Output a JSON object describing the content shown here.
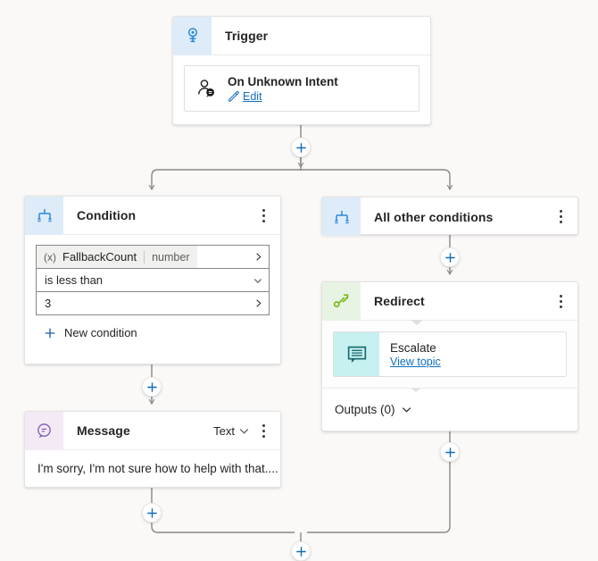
{
  "canvas": {
    "background": "#faf9f8",
    "accent_blue": "#0f6cbd",
    "link_color": "#106ebe",
    "connector_color": "#8a8886"
  },
  "nodes": {
    "trigger": {
      "title": "Trigger",
      "icon": "trigger-bolt-icon",
      "tile_color": "#deecf9",
      "item": {
        "name": "On Unknown Intent",
        "icon": "person-chat-icon",
        "edit_label": "Edit",
        "edit_icon": "pencil-icon"
      },
      "menu_icon": "more-options-icon"
    },
    "condition": {
      "title": "Condition",
      "icon": "branch-condition-icon",
      "tile_color": "#deecf9",
      "menu_icon": "more-options-icon",
      "variable": {
        "token": "(x)",
        "name": "FallbackCount",
        "type": "number",
        "chevron_icon": "chevron-right-icon"
      },
      "operator": {
        "value": "is less than",
        "chevron_icon": "chevron-down-icon"
      },
      "value": {
        "value": "3",
        "chevron_icon": "chevron-right-icon"
      },
      "new_condition_label": "New condition",
      "new_condition_icon": "plus-icon"
    },
    "all_other_conditions": {
      "title": "All other conditions",
      "icon": "branch-condition-icon",
      "tile_color": "#deecf9",
      "menu_icon": "more-options-icon"
    },
    "redirect": {
      "title": "Redirect",
      "icon": "redirect-route-icon",
      "tile_color": "#e7f3e3",
      "menu_icon": "more-options-icon",
      "target": {
        "name": "Escalate",
        "icon": "topic-message-icon",
        "tile_color": "#c7f0f0",
        "link_label": "View topic"
      },
      "outputs_label": "Outputs (0)",
      "outputs_chevron_icon": "chevron-down-icon"
    },
    "message": {
      "title": "Message",
      "icon": "message-bubble-icon",
      "tile_color": "#f3eaf6",
      "type_label": "Text",
      "type_chevron_icon": "chevron-down-icon",
      "menu_icon": "more-options-icon",
      "text": "I'm sorry, I'm not sure how to help with that...."
    }
  },
  "add_buttons": [
    {
      "name": "add-node-after-trigger"
    },
    {
      "name": "add-node-after-all-other-conditions"
    },
    {
      "name": "add-node-after-condition"
    },
    {
      "name": "add-node-after-redirect"
    },
    {
      "name": "add-node-after-message"
    },
    {
      "name": "add-node-after-merge"
    }
  ]
}
